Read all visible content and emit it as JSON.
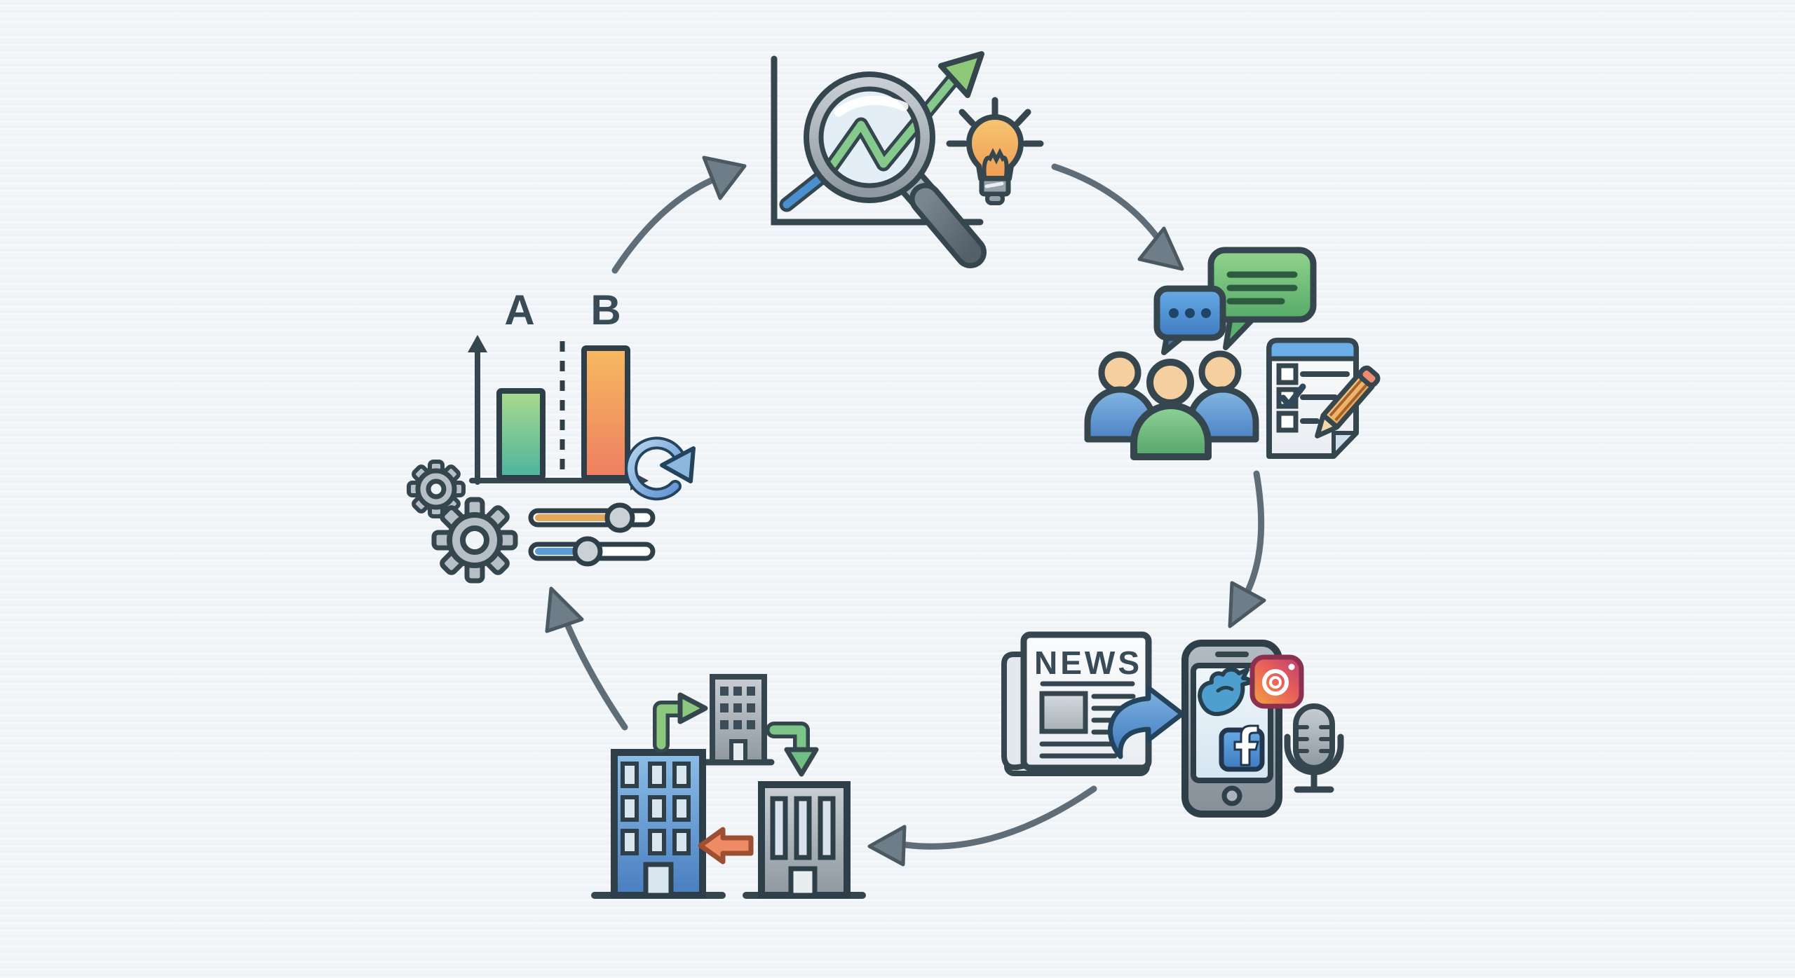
{
  "scene": {
    "description": "flat-outline illustration of a circular marketing insight cycle",
    "background_color": "#f2f5f8",
    "outline_color": "#35464f",
    "connector_arrow_color": "#6f7d89"
  },
  "labels": {
    "variant_a": "A",
    "variant_b": "B",
    "newspaper_headline": "NEWS"
  },
  "stages": [
    {
      "id": "trend-analysis",
      "position": "top-center",
      "icons": [
        "chart-axes-icon",
        "magnifier-icon",
        "trend-line-icon",
        "growth-arrow-icon",
        "lightbulb-icon"
      ]
    },
    {
      "id": "audience-feedback",
      "position": "right",
      "icons": [
        "chat-bubble-dots-icon",
        "chat-bubble-lines-icon",
        "people-group-icon",
        "checklist-icon",
        "pencil-icon"
      ],
      "checklist_items": [
        {
          "checked": false
        },
        {
          "checked": true
        },
        {
          "checked": false
        }
      ]
    },
    {
      "id": "news-social-media",
      "position": "bottom-right",
      "icons": [
        "newspaper-icon",
        "share-swoosh-arrow-icon",
        "smartphone-icon",
        "twitter-icon",
        "instagram-icon",
        "facebook-icon",
        "microphone-icon"
      ]
    },
    {
      "id": "organizations",
      "position": "bottom-center",
      "icons": [
        "office-building-blue-icon",
        "office-building-small-icon",
        "office-building-gray-icon",
        "elbow-arrow-right-icon",
        "elbow-arrow-down-icon",
        "orange-left-arrow-icon"
      ]
    },
    {
      "id": "ab-testing",
      "position": "left",
      "icons": [
        "bar-chart-axes-icon",
        "bar-a",
        "dashed-divider",
        "bar-b",
        "gear-small-icon",
        "gear-large-icon",
        "slider-orange-icon",
        "slider-blue-icon",
        "refresh-icon"
      ],
      "ab_chart": {
        "bar_a_relative_height": 0.67,
        "bar_b_relative_height": 1.0
      },
      "sliders": [
        {
          "fill": "orange",
          "knob_position": 0.73
        },
        {
          "fill": "blue",
          "knob_position": 0.46
        }
      ]
    }
  ],
  "connectors": [
    "ab-test-to-analysis",
    "analysis-to-feedback",
    "feedback-to-media",
    "media-to-organizations",
    "organizations-to-ab-test"
  ],
  "colors": {
    "green": "#8cc87e",
    "teal": "#4db39e",
    "orange": "#f0a055",
    "salmon": "#ee7e61",
    "blue": "#4d82c4",
    "light_blue": "#83b7e3",
    "steel_gray": "#9aa3ab",
    "skin": "#f6cfa0",
    "bulb_orange": "#f3b060",
    "pencil_tan": "#eeb86c",
    "facebook_blue": "#4a6fb5",
    "twitter_blue": "#4f9fce",
    "instagram_gradient": [
      "#f3a53d",
      "#e85f5a",
      "#bb3d74"
    ],
    "refresh_blue": "#85aede",
    "paper_white": "#fafbfc"
  }
}
